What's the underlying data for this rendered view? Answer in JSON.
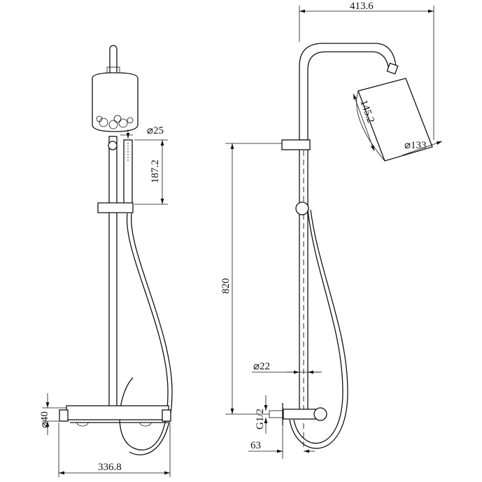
{
  "dimensions": {
    "top_width": "413.6",
    "head_height": "145.2",
    "head_diameter": "⌀133",
    "hand_shower_diameter": "⌀25",
    "hand_shower_length": "187.2",
    "riser_height": "820",
    "riser_diameter": "⌀22",
    "inlet_thread": "G1/2",
    "wall_offset": "63",
    "valve_diameter": "⌀40",
    "valve_width": "336.8"
  }
}
